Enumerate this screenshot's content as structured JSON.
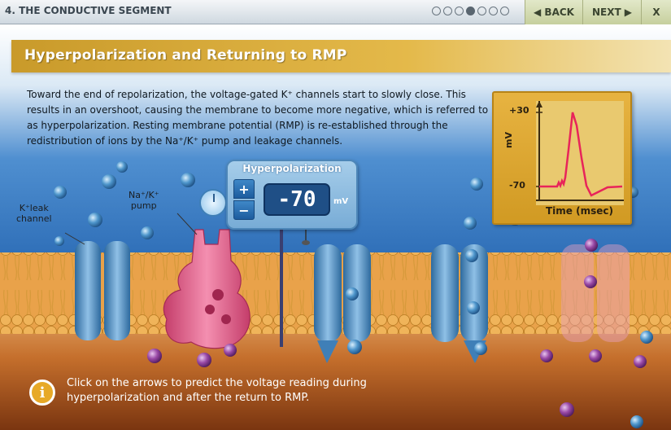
{
  "header": {
    "section_title": "4. THE CONDUCTIVE SEGMENT",
    "progress": {
      "total": 7,
      "current": 4
    },
    "back_label": "◀ BACK",
    "next_label": "NEXT ▶",
    "close_label": "X"
  },
  "banner": {
    "title": "Hyperpolarization and Returning to RMP"
  },
  "description": "Toward the end of repolarization, the voltage-gated K⁺ channels start to slowly close. This results in an overshoot, causing the membrane to become more negative, which is referred to as hyperpolarization. Resting membrane potential (RMP) is re-established through the redistribution of ions by the Na⁺/K⁺ pump and leakage channels.",
  "graph": {
    "y_label": "mV",
    "x_label": "Time (msec)",
    "tick_high": "+30",
    "tick_low": "-70"
  },
  "meter": {
    "title": "Hyperpolarization",
    "value": "-70",
    "unit": "mV",
    "up_label": "+",
    "down_label": "−"
  },
  "labels": {
    "leak_channel": "K⁺leak channel",
    "pump": "Na⁺/K⁺ pump"
  },
  "instruction": "Click on the arrows to predict the voltage reading during hyperpolarization and after the return to RMP.",
  "info_icon_glyph": "i",
  "colors": {
    "banner": "#e4b94a",
    "meter": "#78acd6",
    "graph_bg": "#d19a23",
    "trace": "#e8245a"
  }
}
